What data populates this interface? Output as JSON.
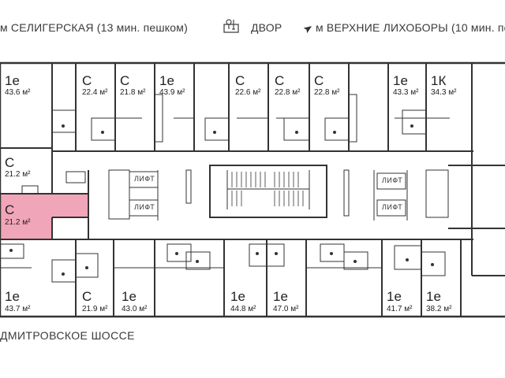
{
  "top": {
    "metro_left": "м СЕЛИГЕРСКАЯ (13 мин. пешком)",
    "yard": "ДВОР",
    "metro_right": "м ВЕРХНИЕ ЛИХОБОРЫ (10 мин. пе"
  },
  "bottom": {
    "street": "ДМИТРОВСКОЕ ШОССЕ"
  },
  "icons": {
    "yard": "yard-icon",
    "direction": "arrow-icon"
  },
  "colors": {
    "highlight": "#f1a5b8",
    "highlight_stroke": "#d9556f",
    "wall": "#333333"
  },
  "lift_label": "ЛИФТ",
  "apartments": [
    {
      "type": "1е",
      "area": "43.6 м²",
      "highlighted": false
    },
    {
      "type": "С",
      "area": "22.4 м²",
      "highlighted": false
    },
    {
      "type": "С",
      "area": "21.8 м²",
      "highlighted": false
    },
    {
      "type": "1е",
      "area": "43.9 м²",
      "highlighted": false
    },
    {
      "type": "С",
      "area": "22.6 м²",
      "highlighted": false
    },
    {
      "type": "С",
      "area": "22.8 м²",
      "highlighted": false
    },
    {
      "type": "С",
      "area": "22.8 м²",
      "highlighted": false
    },
    {
      "type": "1е",
      "area": "43.3 м²",
      "highlighted": false
    },
    {
      "type": "1К",
      "area": "34.3 м²",
      "highlighted": false
    },
    {
      "type": "С",
      "area": "21.2 м²",
      "highlighted": false
    },
    {
      "type": "С",
      "area": "21.2 м²",
      "highlighted": true
    },
    {
      "type": "1е",
      "area": "43.7 м²",
      "highlighted": false
    },
    {
      "type": "С",
      "area": "21.9 м²",
      "highlighted": false
    },
    {
      "type": "1е",
      "area": "43.0 м²",
      "highlighted": false
    },
    {
      "type": "1е",
      "area": "44.8 м²",
      "highlighted": false
    },
    {
      "type": "1е",
      "area": "47.0 м²",
      "highlighted": false
    },
    {
      "type": "1е",
      "area": "41.7 м²",
      "highlighted": false
    },
    {
      "type": "1е",
      "area": "38.2 м²",
      "highlighted": false
    }
  ]
}
